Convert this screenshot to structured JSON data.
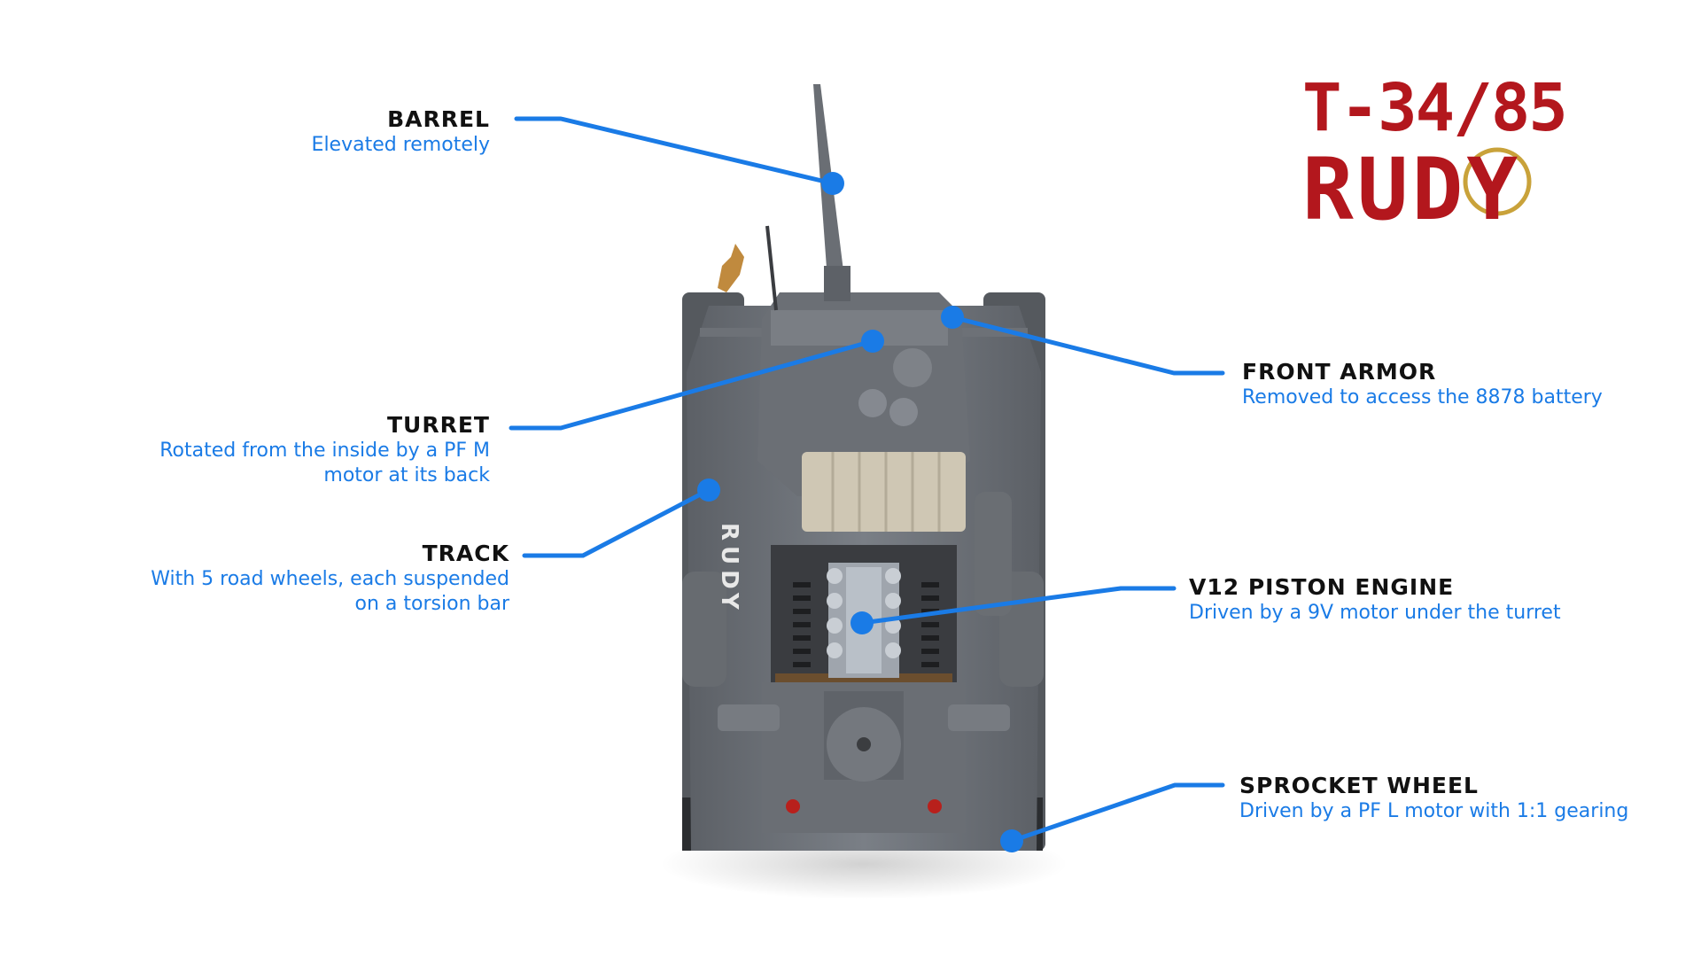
{
  "colors": {
    "accent": "#1a7be6",
    "title": "#111111",
    "logo_red": "#b3171d",
    "logo_gold": "#c9a23a"
  },
  "logo": {
    "line1": "T-34/85",
    "line2": "RUDY"
  },
  "callouts": {
    "barrel": {
      "title": "BARREL",
      "desc": [
        "Elevated remotely"
      ]
    },
    "turret": {
      "title": "TURRET",
      "desc": [
        "Rotated from the inside by a PF M",
        "motor at its back"
      ]
    },
    "track": {
      "title": "TRACK",
      "desc": [
        "With 5 road wheels, each suspended",
        "on a torsion bar"
      ]
    },
    "front_armor": {
      "title": "FRONT ARMOR",
      "desc": [
        "Removed to access the 8878 battery"
      ]
    },
    "engine": {
      "title": "V12 PISTON ENGINE",
      "desc": [
        "Driven by a 9V motor under the turret"
      ]
    },
    "sprocket": {
      "title": "SPROCKET WHEEL",
      "desc": [
        "Driven by a PF L motor with 1:1 gearing"
      ]
    }
  },
  "tank_marking": "RUDY"
}
